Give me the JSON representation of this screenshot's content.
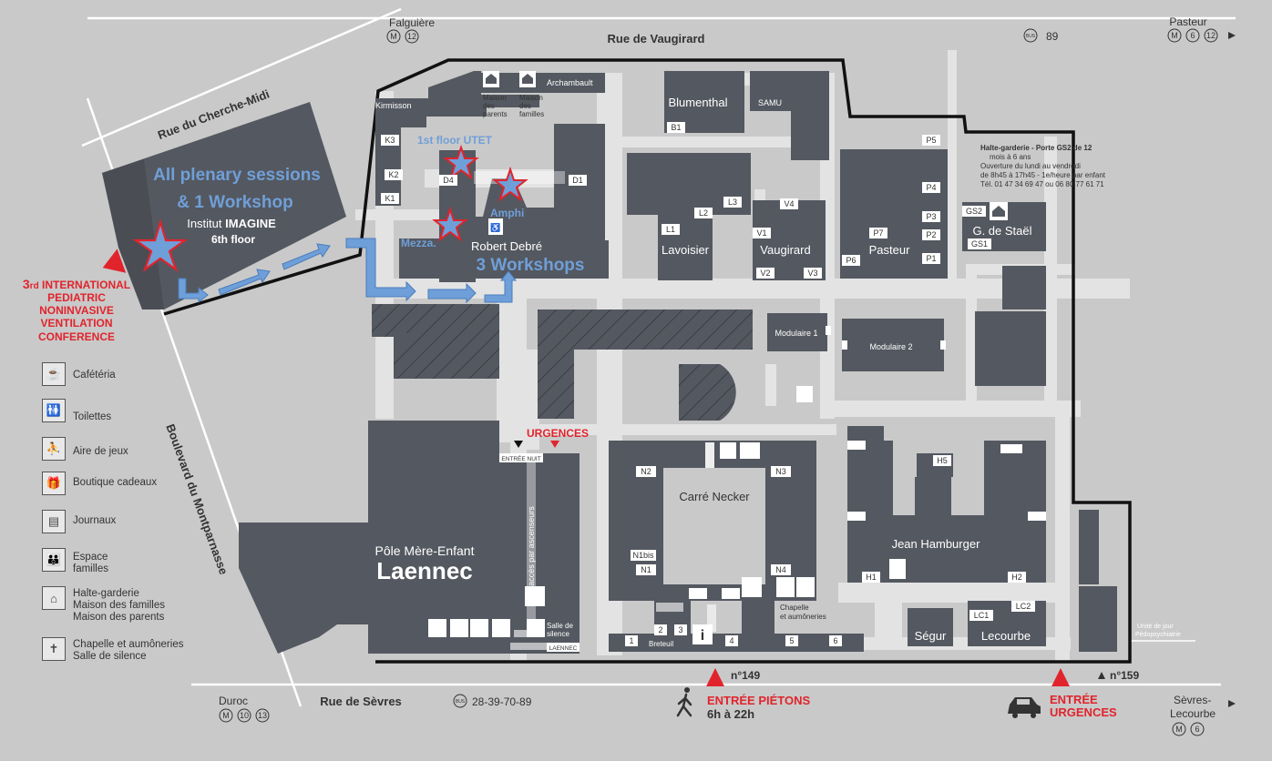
{
  "streets": {
    "vaugirard": "Rue de Vaugirard",
    "cherche_midi": "Rue du Cherche-Midi",
    "montparnasse": "Boulevard du Montparnasse",
    "sevres": "Rue de Sèvres"
  },
  "transit": {
    "falguiere": {
      "name": "Falguière",
      "lines": [
        "M",
        "12"
      ]
    },
    "pasteur": {
      "name": "Pasteur",
      "lines": [
        "M",
        "6",
        "12"
      ]
    },
    "bus_top": {
      "tag": "BUS",
      "lines": "89"
    },
    "duroc": {
      "name": "Duroc",
      "lines": [
        "M",
        "10",
        "13"
      ]
    },
    "bus_bottom": {
      "tag": "BUS",
      "lines": "28-39-70-89"
    },
    "sevres_lecourbe": {
      "name1": "Sèvres-",
      "name2": "Lecourbe",
      "lines": [
        "M",
        "6"
      ]
    }
  },
  "conference": {
    "line1_pre": "3",
    "line1_sup": "rd",
    "line1_rest": " INTERNATIONAL",
    "line2": "PEDIATRIC",
    "line3": "NONINVASIVE",
    "line4": "VENTILATION",
    "line5": "CONFERENCE"
  },
  "venues": {
    "plenary1": "All  plenary sessions",
    "plenary2": "& 1 Workshop",
    "imagine1_pre": "Institut ",
    "imagine1_bold": "IMAGINE",
    "imagine2": "6th floor",
    "utet": "1st floor UTET",
    "amphi": "Amphi",
    "mezza": "Mezza.",
    "workshops": "3 Workshops"
  },
  "buildings": {
    "kirmisson": "Kirmisson",
    "archambault": "Archambault",
    "maison_parents": [
      "Maison",
      "des",
      "parents"
    ],
    "maison_familles": [
      "Maison",
      "des",
      "familles"
    ],
    "robert_debre": "Robert Debré",
    "blumenthal": "Blumenthal",
    "samu": "SAMU",
    "lavoisier": "Lavoisier",
    "vaugirard": "Vaugirard",
    "pasteur": "Pasteur",
    "stael": "G. de Staël",
    "modulaire1": "Modulaire 1",
    "modulaire2": "Modulaire 2",
    "carre_necker": "Carré Necker",
    "jean_hamburger": "Jean Hamburger",
    "segur": "Ségur",
    "lecourbe": "Lecourbe",
    "breteuil": "Breteuil",
    "pole1": "Pôle Mère-Enfant",
    "pole2": "Laennec",
    "acces": "accès par ascenseurs",
    "salle": [
      "Salle de",
      "silence"
    ],
    "chapelle": [
      "Chapelle",
      "et aumôneries"
    ],
    "entree_nuit": "ENTRÉE NUIT",
    "laennec_small": "LAENNEC",
    "pedopsy": [
      "Unité de jour",
      "Pédopsychiatrie"
    ],
    "urgences": "URGENCES"
  },
  "door_labels": {
    "K3": "K3",
    "K2": "K2",
    "K1": "K1",
    "D4": "D4",
    "D1": "D1",
    "B1": "B1",
    "L1": "L1",
    "L2": "L2",
    "L3": "L3",
    "V1": "V1",
    "V2": "V2",
    "V3": "V3",
    "V4": "V4",
    "P1": "P1",
    "P2": "P2",
    "P3": "P3",
    "P4": "P4",
    "P5": "P5",
    "P6": "P6",
    "P7": "P7",
    "GS1": "GS1",
    "GS2": "GS2",
    "N1": "N1",
    "N1bis": "N1bis",
    "N2": "N2",
    "N3": "N3",
    "N4": "N4",
    "H1": "H1",
    "H2": "H2",
    "H5": "H5",
    "LC1": "LC1",
    "LC2": "LC2",
    "B_1": "1",
    "B_2": "2",
    "B_3": "3",
    "B_4": "4",
    "B_5": "5",
    "B_6": "6"
  },
  "halte_info": [
    "Halte-garderie - Porte GS2 de 12",
    "mois à 6 ans",
    "Ouverture du lundi au vendredi",
    "de 8h45 à 17h45 - 1e/heure par enfant",
    "Tél. 01 47 34 69 47 ou 06 80 77 61 71"
  ],
  "entrances": {
    "n149": "n°149",
    "n159": "n°159",
    "pietons1": "ENTRÉE PIÉTONS",
    "pietons2": "6h à 22h",
    "urgences1": "ENTRÉE",
    "urgences2": "URGENCES"
  },
  "legend": [
    {
      "icon": "cafe-icon",
      "lines": [
        "Cafétéria"
      ]
    },
    {
      "icon": "toilets-icon",
      "lines": [
        "Toilettes"
      ]
    },
    {
      "icon": "playground-icon",
      "lines": [
        "Aire de jeux"
      ]
    },
    {
      "icon": "gift-shop-icon",
      "lines": [
        "Boutique cadeaux"
      ]
    },
    {
      "icon": "newspaper-icon",
      "lines": [
        "Journaux"
      ]
    },
    {
      "icon": "family-icon",
      "lines": [
        "Espace",
        "familles"
      ]
    },
    {
      "icon": "house-icon",
      "lines": [
        "Halte-garderie",
        "Maison des familles",
        "Maison des parents"
      ]
    },
    {
      "icon": "chapel-icon",
      "lines": [
        "Chapelle et aumôneries",
        "Salle de silence"
      ]
    }
  ],
  "colors": {
    "background": "#c9c9c9",
    "building": "#545860",
    "road": "#e2e2e2",
    "accent_blue": "#6f9fd8",
    "accent_red": "#e1242c"
  }
}
